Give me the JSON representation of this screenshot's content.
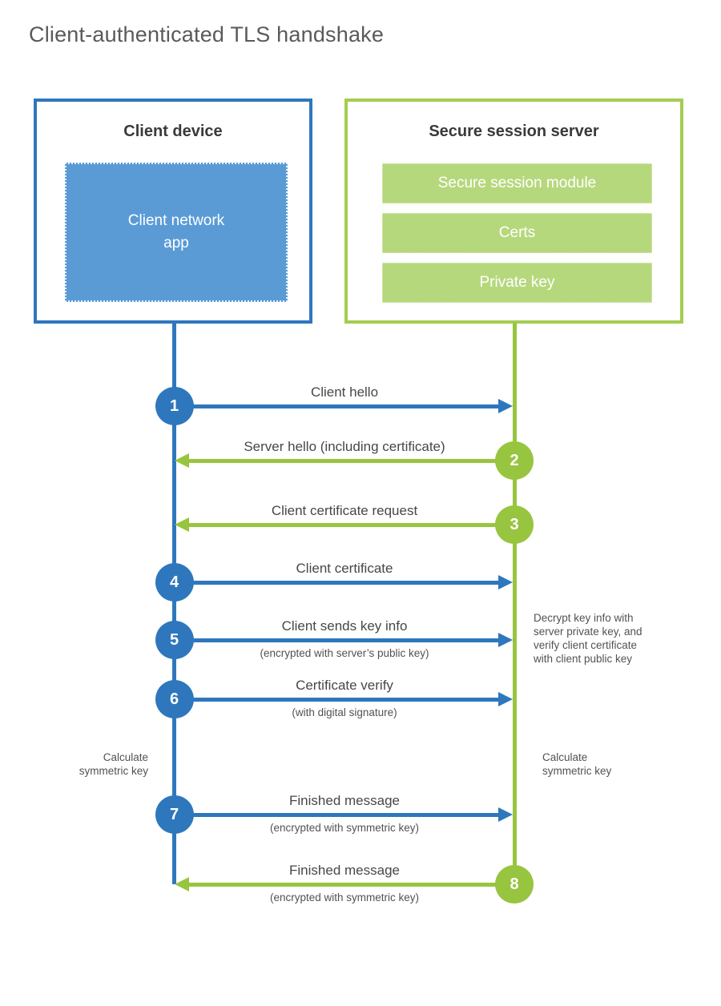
{
  "title": "Client-authenticated TLS handshake",
  "colors": {
    "blue": "#2e77bd",
    "blue_fill": "#5b9bd5",
    "green": "#97c53f",
    "green_border": "#a4cd50",
    "green_fill": "#b6d87d"
  },
  "client": {
    "title": "Client device",
    "app_label": "Client network\napp"
  },
  "server": {
    "title": "Secure session server",
    "modules": [
      "Secure session module",
      "Certs",
      "Private key"
    ]
  },
  "steps": [
    {
      "num": "1",
      "label": "Client hello",
      "sub": "",
      "from": "client",
      "direction": "right",
      "color": "blue"
    },
    {
      "num": "2",
      "label": "Server hello (including certificate)",
      "sub": "",
      "from": "server",
      "direction": "left",
      "color": "green"
    },
    {
      "num": "3",
      "label": "Client certificate request",
      "sub": "",
      "from": "server",
      "direction": "left",
      "color": "green"
    },
    {
      "num": "4",
      "label": "Client certificate",
      "sub": "",
      "from": "client",
      "direction": "right",
      "color": "blue"
    },
    {
      "num": "5",
      "label": "Client sends key info",
      "sub": "(encrypted with server’s public key)",
      "from": "client",
      "direction": "right",
      "color": "blue"
    },
    {
      "num": "6",
      "label": "Certificate verify",
      "sub": "(with digital signature)",
      "from": "client",
      "direction": "right",
      "color": "blue"
    },
    {
      "num": "7",
      "label": "Finished message",
      "sub": "(encrypted with symmetric key)",
      "from": "client",
      "direction": "right",
      "color": "blue"
    },
    {
      "num": "8",
      "label": "Finished message",
      "sub": "(encrypted with symmetric key)",
      "from": "server",
      "direction": "left",
      "color": "green"
    }
  ],
  "notes": {
    "decrypt": "Decrypt key info with\nserver private key, and\nverify client certificate\nwith client public key",
    "calc_left": "Calculate\nsymmetric key",
    "calc_right": "Calculate\nsymmetric key"
  }
}
